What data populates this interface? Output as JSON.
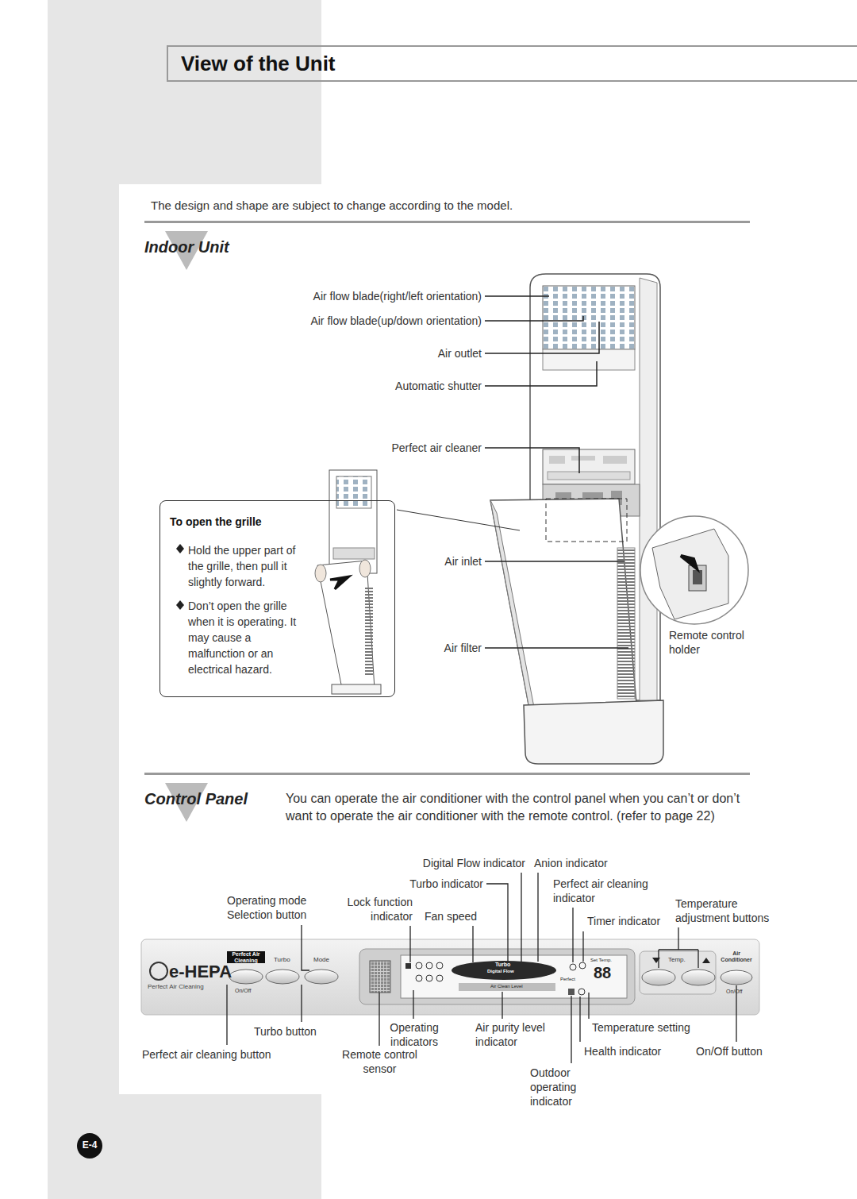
{
  "diagram": {
    "title": "View of the Unit",
    "nodes": [
      {
        "text": [
          "To open the grille",
          "Hold the upper part of the grille, then pull it slightly forward.",
          "Don’t open the grille when it is operating. It may cause a malfunction or an electrical hazard."
        ]
      }
    ],
    "labels": [
      "Indoor Unit",
      "The design and shape are subject to change according to the model.",
      "Air flow blade(right/left orientation)",
      "Air flow blade(up/down orientation)",
      "Air outlet",
      "Automatic shutter",
      "Perfect air cleaner",
      "Air inlet",
      "Air filter",
      "Remote control holder",
      "Control Panel",
      "You can operate the air conditioner with the control panel when you can’t or don’t want to operate the air conditioner with the remote control. (refer to page 22)",
      "Digital Flow indicator",
      "Anion indicator",
      "Turbo indicator",
      "Perfect air cleaning indicator",
      "Operating mode Selection button",
      "Lock function indicator",
      "Fan speed",
      "Timer indicator",
      "Temperature adjustment buttons",
      "Turbo button",
      "Perfect air cleaning button",
      "Remote control sensor",
      "Operating indicators",
      "Air purity level indicator",
      "Temperature setting",
      "Health indicator",
      "On/Off button",
      "Outdoor operating indicator",
      "E-4",
      "e-HEPA",
      "Perfect Air Cleaning",
      "Perfect Air Cleaning",
      "Turbo",
      "Mode",
      "On/Off",
      "Temp.",
      "Air Conditioner",
      "On/Off",
      "Turbo",
      "Digital Flow",
      "Air Clean Level",
      "Perfect",
      "Set Temp.",
      "88"
    ]
  }
}
